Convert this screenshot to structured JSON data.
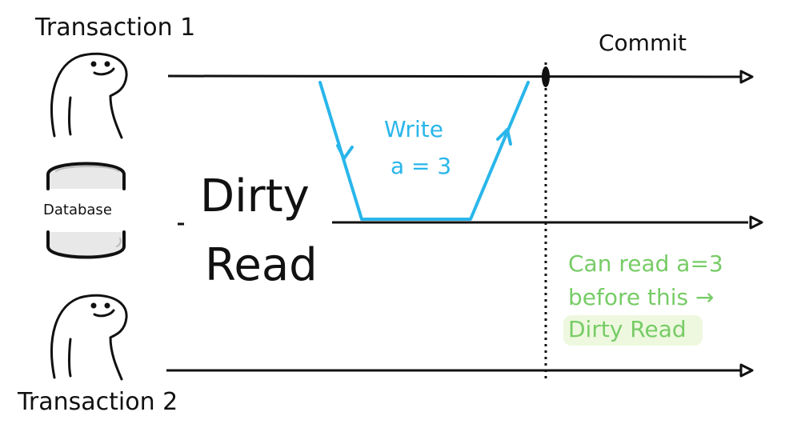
{
  "transaction1": "Transaction 1",
  "transaction2": "Transaction 2",
  "commit": "Commit",
  "database": "Database",
  "dirty_read_title": [
    "Dirty",
    "Read"
  ],
  "write_label": [
    "Write",
    "a = 3"
  ],
  "note": [
    "Can read a=3",
    "before this →",
    "Dirty Read"
  ],
  "colors": {
    "write": "#29b6ea",
    "note": "#77cc66",
    "note_highlight": "#eef8df",
    "ink": "#111111"
  }
}
